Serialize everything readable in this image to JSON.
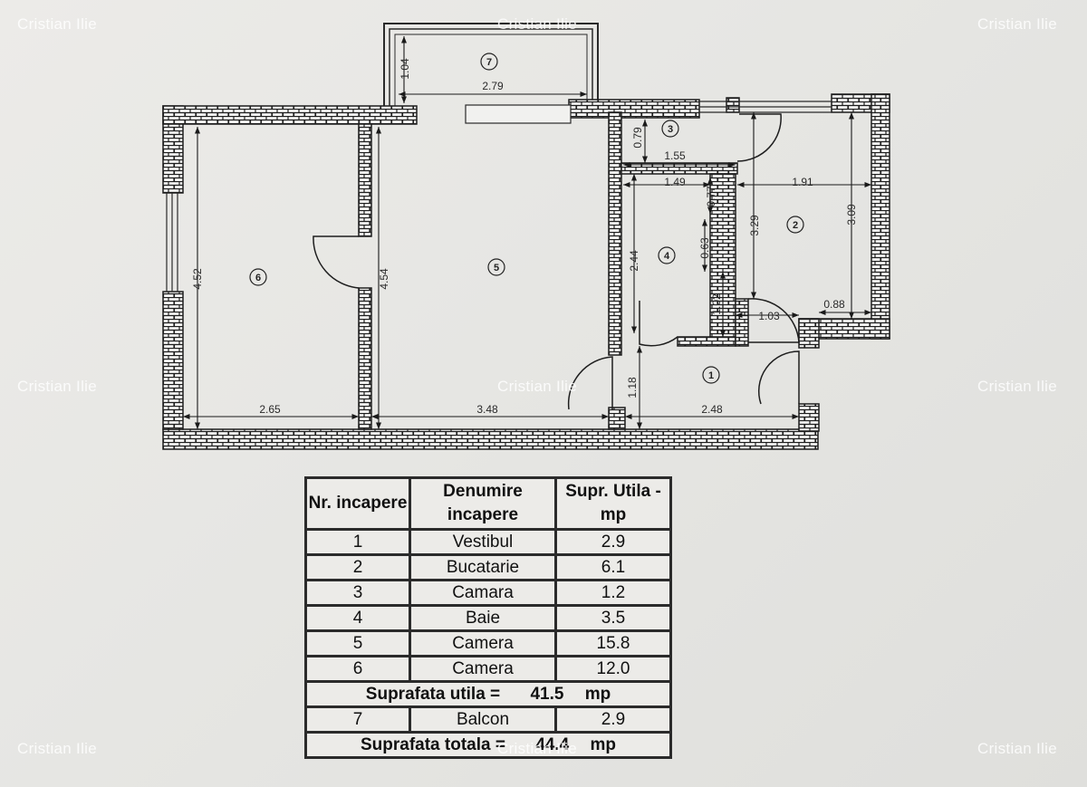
{
  "watermark": "Cristian Ilie",
  "rooms_plan": [
    {
      "id": "1",
      "label": "1"
    },
    {
      "id": "2",
      "label": "2"
    },
    {
      "id": "3",
      "label": "3"
    },
    {
      "id": "4",
      "label": "4"
    },
    {
      "id": "5",
      "label": "5"
    },
    {
      "id": "6",
      "label": "6"
    },
    {
      "id": "7",
      "label": "7"
    }
  ],
  "dimensions": {
    "d_104": "1.04",
    "d_279": "2.79",
    "d_079": "0.79",
    "d_155": "1.55",
    "d_149": "1.49",
    "d_077": "0.77",
    "d_191": "1.91",
    "d_452": "4.52",
    "d_454": "4.54",
    "d_244": "2.44",
    "d_063": "0.63",
    "d_329": "3.29",
    "d_309": "3.09",
    "d_102": "1.02",
    "d_103": "1.03",
    "d_088": "0.88",
    "d_118": "1.18",
    "d_265": "2.65",
    "d_348": "3.48",
    "d_248": "2.48"
  },
  "table": {
    "headers": [
      "Nr. incapere",
      "Denumire incapere",
      "Supr. Utila - mp"
    ],
    "rows": [
      {
        "nr": "1",
        "name": "Vestibul",
        "area": "2.9"
      },
      {
        "nr": "2",
        "name": "Bucatarie",
        "area": "6.1"
      },
      {
        "nr": "3",
        "name": "Camara",
        "area": "1.2"
      },
      {
        "nr": "4",
        "name": "Baie",
        "area": "3.5"
      },
      {
        "nr": "5",
        "name": "Camera",
        "area": "15.8"
      },
      {
        "nr": "6",
        "name": "Camera",
        "area": "12.0"
      }
    ],
    "subtotal": {
      "label": "Suprafata  utila =",
      "value": "41.5",
      "unit": "mp"
    },
    "balcony": {
      "nr": "7",
      "name": "Balcon",
      "area": "2.9"
    },
    "total": {
      "label": "Suprafata  totala =",
      "value": "44.4",
      "unit": "mp"
    }
  }
}
